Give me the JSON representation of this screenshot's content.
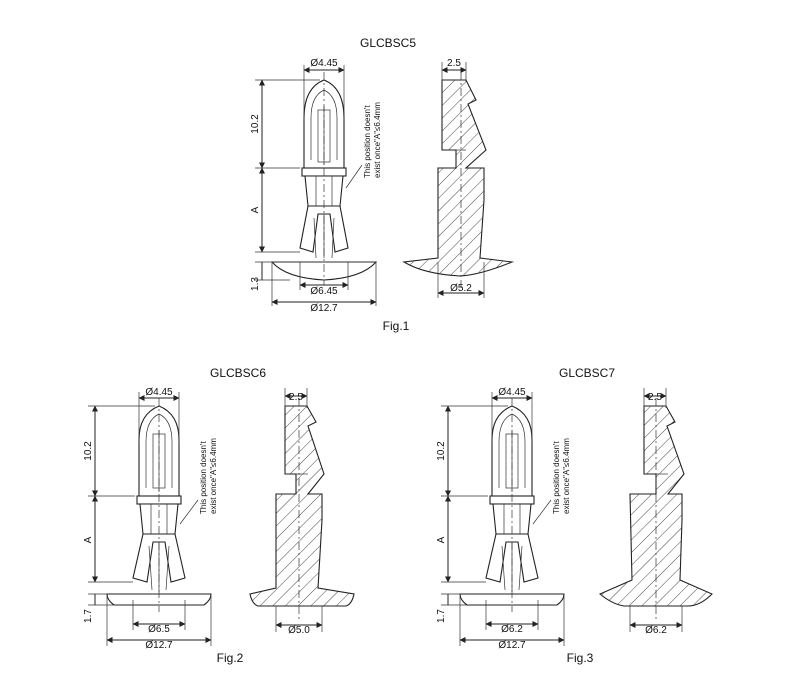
{
  "figures": [
    {
      "title": "GLCBSC5",
      "caption": "Fig.1",
      "dims": {
        "head_dia": "Ø4.45",
        "head_height": "10.2",
        "length": "A",
        "flange_thk": "1.3",
        "hole_dia": "Ø6.45",
        "flange_dia": "Ø12.7",
        "side_width": "2.5",
        "side_dia": "Ø5.2"
      },
      "note": [
        "This position doesn't",
        "exist once\"A\"≤6.4mm"
      ]
    },
    {
      "title": "GLCBSC6",
      "caption": "Fig.2",
      "dims": {
        "head_dia": "Ø4.45",
        "head_height": "10.2",
        "length": "A",
        "flange_thk": "1.7",
        "hole_dia": "Ø6.5",
        "flange_dia": "Ø12.7",
        "side_width": "2.5",
        "side_dia": "Ø5.0"
      },
      "note": [
        "This position doesn't",
        "exist once\"A\"≤6.4mm"
      ]
    },
    {
      "title": "GLCBSC7",
      "caption": "Fig.3",
      "dims": {
        "head_dia": "Ø4.45",
        "head_height": "10.2",
        "length": "A",
        "flange_thk": "1.7",
        "hole_dia": "Ø6.2",
        "flange_dia": "Ø12.7",
        "side_width": "2.5",
        "side_dia": "Ø6.2"
      },
      "note": [
        "This position doesn't",
        "exist once\"A\"≤6.4mm"
      ]
    }
  ]
}
